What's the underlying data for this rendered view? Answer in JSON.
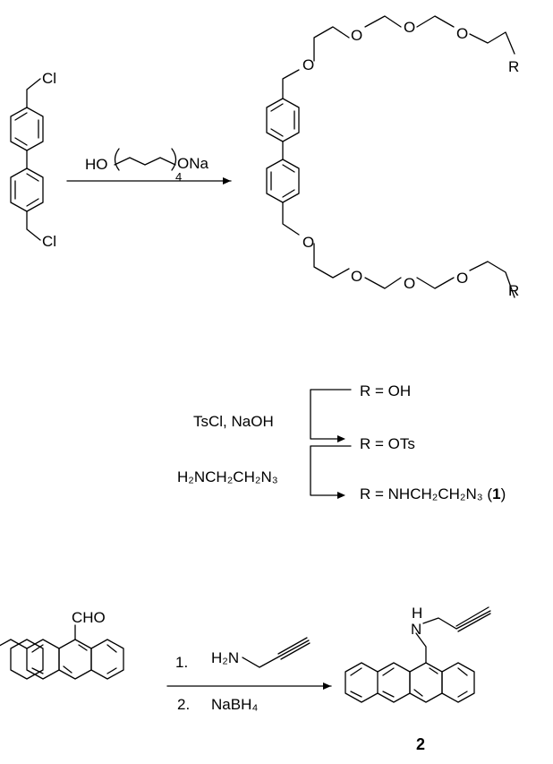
{
  "scheme1": {
    "start_cl_top": "Cl",
    "start_cl_bottom": "Cl",
    "reagent_ho": "HO",
    "reagent_subscript": "4",
    "reagent_ona": "ONa",
    "o_labels": [
      "O",
      "O",
      "O",
      "O"
    ],
    "r_top": "R",
    "r_bottom": "R",
    "cond1": "TsCl, NaOH",
    "cond2": "H₂NCH₂CH₂N₃",
    "prod_oh": "R = OH",
    "prod_ots": "R = OTs",
    "prod_final_a": "R = NHCH₂CH₂N₃ (",
    "prod_final_num": "1",
    "prod_final_b": ")"
  },
  "scheme2": {
    "cho": "CHO",
    "step1": "1.",
    "amine": "H₂N",
    "step2": "2.",
    "reductant": "NaBH₄",
    "nh": "H",
    "nh_n": "N",
    "compound_num": "2"
  }
}
